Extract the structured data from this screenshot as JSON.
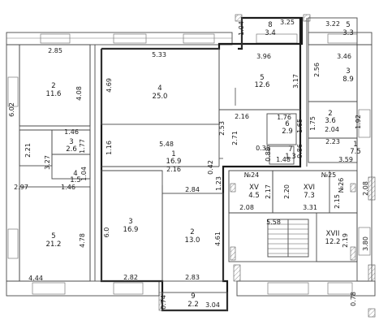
{
  "rooms": [
    {
      "id": "left-2",
      "number": "2",
      "area": "11.6"
    },
    {
      "id": "left-3",
      "number": "3",
      "area": "2.6"
    },
    {
      "id": "left-4",
      "number": "4",
      "area": "1.5"
    },
    {
      "id": "left-5",
      "number": "5",
      "area": "21.2"
    },
    {
      "id": "main-4",
      "number": "4",
      "area": "25.0"
    },
    {
      "id": "main-1",
      "number": "1",
      "area": "16.9"
    },
    {
      "id": "main-3",
      "number": "3",
      "area": "16.9"
    },
    {
      "id": "main-2",
      "number": "2",
      "area": "13.0"
    },
    {
      "id": "main-9",
      "number": "9",
      "area": "2.2"
    },
    {
      "id": "main-8",
      "number": "8",
      "area": "3.4"
    },
    {
      "id": "main-5",
      "number": "5",
      "area": "12.6"
    },
    {
      "id": "main-6",
      "number": "6",
      "area": "2.9"
    },
    {
      "id": "main-7",
      "number": "7",
      "area": "1.3"
    },
    {
      "id": "right-5",
      "number": "5",
      "area": "3.3"
    },
    {
      "id": "right-3",
      "number": "3",
      "area": "8.9"
    },
    {
      "id": "right-2",
      "number": "2",
      "area": "3.6"
    },
    {
      "id": "right-1",
      "number": "1",
      "area": "7.5"
    },
    {
      "id": "stair-15",
      "number": "XV",
      "area": "4.5"
    },
    {
      "id": "stair-16",
      "number": "XVI",
      "area": "7.3"
    },
    {
      "id": "stair-17",
      "number": "XVII",
      "area": "12.2"
    }
  ],
  "apartment_labels": [
    "№24",
    "№25",
    "№26"
  ],
  "dimensions": {
    "d_285": "2.85",
    "d_408": "4.08",
    "d_602": "6.02",
    "d_146a": "1.46",
    "d_177": "1.77",
    "d_221": "2.21",
    "d_327": "3.27",
    "d_297": "2.97",
    "d_146b": "1.46",
    "d_104a": "1.04",
    "d_478": "4.78",
    "d_444": "4.44",
    "d_533": "5.33",
    "d_469": "4.69",
    "d_548": "5.48",
    "d_116": "1.16",
    "d_216a": "2.16",
    "d_042": "0.42",
    "d_600": "6.0",
    "d_282": "2.82",
    "d_284": "2.84",
    "d_283": "2.83",
    "d_461": "4.61",
    "d_074": "0.74",
    "d_304": "3.04",
    "d_123": "1.23",
    "d_104b": "1.04",
    "d_325": "3.25",
    "d_396": "3.96",
    "d_317": "3.17",
    "d_216b": "2.16",
    "d_271": "2.71",
    "d_253": "2.53",
    "d_176": "1.76",
    "d_165": "1.65",
    "d_035": "0.35",
    "d_088": "0.88",
    "d_086": "0.86",
    "d_148": "1.48",
    "d_322": "3.22",
    "d_346": "3.46",
    "d_256": "2.56",
    "d_175": "1.75",
    "d_204": "2.04",
    "d_192": "1.92",
    "d_223": "2.23",
    "d_359": "3.59",
    "d_217": "2.17",
    "d_220": "2.20",
    "d_215": "2.15",
    "d_208a": "2.08",
    "d_331": "3.31",
    "d_558": "5.58",
    "d_219": "2.19",
    "d_208b": "2.08",
    "d_380": "3.80",
    "d_078": "0.78"
  },
  "colors": {
    "wall": "#3a3a3a",
    "bold_wall": "#1a1a1a",
    "hatch": "#777777"
  }
}
